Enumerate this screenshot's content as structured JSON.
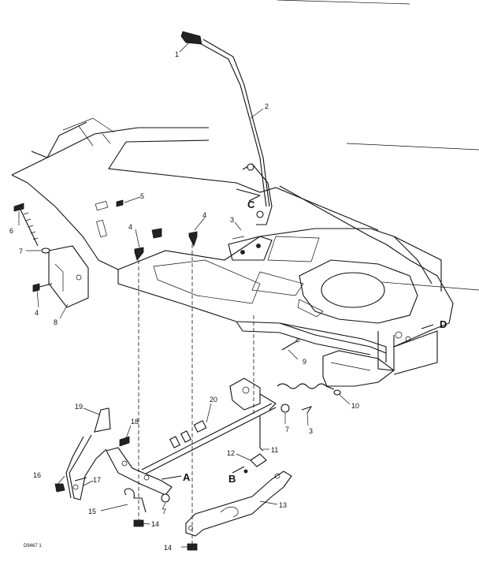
{
  "callouts": [
    {
      "id": "c1",
      "text": "1"
    },
    {
      "id": "c2",
      "text": "2"
    },
    {
      "id": "c3a",
      "text": "3"
    },
    {
      "id": "c4a",
      "text": "4"
    },
    {
      "id": "c4b",
      "text": "4"
    },
    {
      "id": "c4c",
      "text": "4"
    },
    {
      "id": "c5",
      "text": "5"
    },
    {
      "id": "c6",
      "text": "6"
    },
    {
      "id": "c7a",
      "text": "7"
    },
    {
      "id": "c8",
      "text": "8"
    },
    {
      "id": "c9",
      "text": "9"
    },
    {
      "id": "c10",
      "text": "10"
    },
    {
      "id": "c7b",
      "text": "7"
    },
    {
      "id": "c3b",
      "text": "3"
    },
    {
      "id": "c11",
      "text": "11"
    },
    {
      "id": "c12",
      "text": "12"
    },
    {
      "id": "c13",
      "text": "13"
    },
    {
      "id": "c14a",
      "text": "14"
    },
    {
      "id": "c14b",
      "text": "14"
    },
    {
      "id": "c15",
      "text": "15"
    },
    {
      "id": "c16",
      "text": "16"
    },
    {
      "id": "c17",
      "text": "17"
    },
    {
      "id": "c18",
      "text": "18"
    },
    {
      "id": "c19",
      "text": "19"
    },
    {
      "id": "c20",
      "text": "20"
    },
    {
      "id": "c7c",
      "text": "7"
    }
  ],
  "reference_letters": {
    "a": "A",
    "b": "B",
    "c": "C",
    "d": "D"
  },
  "drawing_code": "D9467 1"
}
